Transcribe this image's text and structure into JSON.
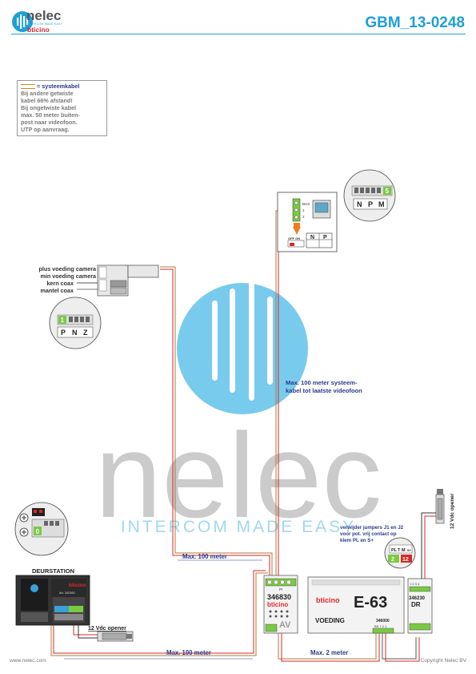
{
  "header": {
    "brand": "nelec",
    "tagline": "INTERCOM MADE EASY",
    "sub_brand": "bticino",
    "document_id": "GBM_13-0248"
  },
  "legend": {
    "title": "= systeemkabel",
    "lines": [
      "Bij andere getwiste",
      "kabel 66% afstand!",
      "Bij ongetwiste kabel",
      "max. 50 meter buiten-",
      "post naar videofoon.",
      "UTP op aanvraag."
    ]
  },
  "camera_wires": {
    "labels": [
      "plus voeding camera",
      "min voeding camera",
      "kern coax",
      "mantel coax"
    ]
  },
  "door_station": {
    "title": "DEURSTATION",
    "brand": "bticino",
    "code": "Art. 342360"
  },
  "monitor": {
    "terminal_labels": [
      "BUS",
      "1",
      "2"
    ],
    "switch_label": "OFF ON",
    "np_labels": [
      "N",
      "P"
    ],
    "zoom_labels": [
      "N",
      "P",
      "M"
    ],
    "zoom_badge": "5"
  },
  "camera_module": {
    "zoom_badge": "1",
    "zoom_labels": [
      "P",
      "N",
      "Z"
    ]
  },
  "door_zoom": {
    "badge": "0"
  },
  "devices": {
    "interface": {
      "code": "346830",
      "brand": "bticino",
      "tag": "AV",
      "pi": "PI"
    },
    "power_supply": {
      "model": "E-63",
      "brand": "bticino",
      "label": "VOEDING",
      "code": "346000",
      "terminals": "BS 7 2 1"
    },
    "relay": {
      "code": "346230",
      "tag": "DR",
      "top": "1 2 3 4"
    }
  },
  "jumpers": {
    "note": [
      "verwijder jumpers J1 en J2",
      "voor pot. vrij contact op",
      "klem PL en S+"
    ],
    "labels": [
      "PL",
      "T",
      "M",
      "S+"
    ],
    "badges": [
      "2",
      "12"
    ]
  },
  "openers": {
    "door_opener": "12 Vdc opener",
    "vertical_opener": "12 Vdc opener"
  },
  "distances": {
    "system_note": [
      "Max. 100 meter systeem-",
      "kabel tot laatste videofoon"
    ],
    "upper": "Max. 100 meter",
    "bottom": "Max. 100 meter",
    "short": "Max. 2 meter"
  },
  "footer": {
    "website": "www.nelec.com",
    "copyright": "Copyright Nelec BV"
  },
  "colors": {
    "accent_blue": "#1f9fd6",
    "navy": "#2a3a8e",
    "wire_brown": "#b07a3c",
    "wire_red": "#d42a2a",
    "terminal_green": "#7ac943",
    "watermark_grey": "#bdbdbd"
  }
}
